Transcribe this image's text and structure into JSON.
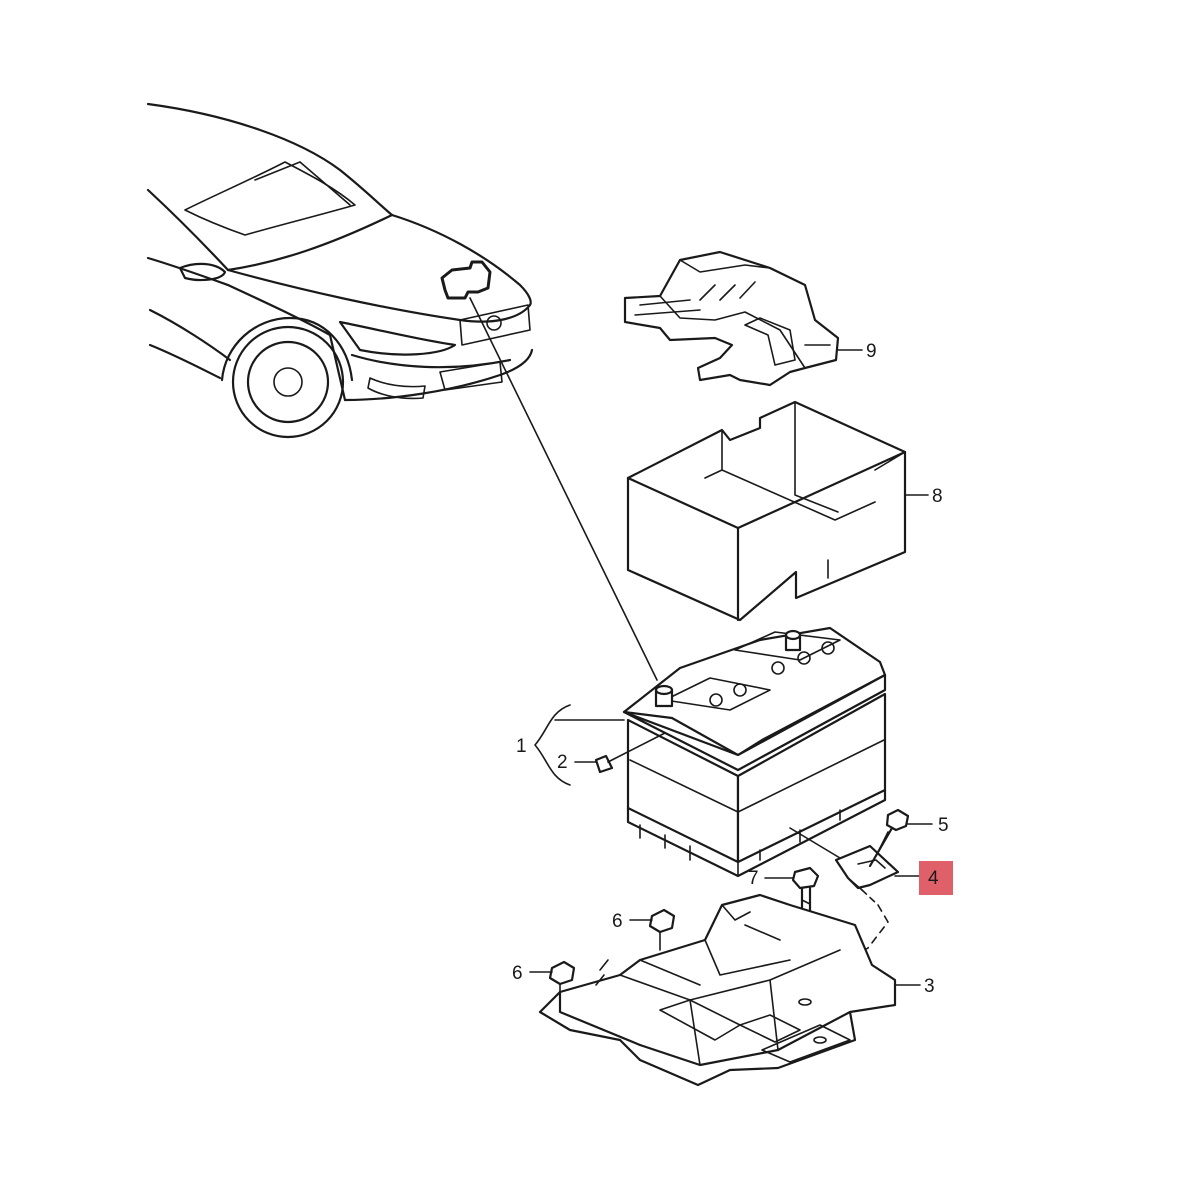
{
  "callouts": [
    {
      "id": "1",
      "text": "1"
    },
    {
      "id": "2",
      "text": "2"
    },
    {
      "id": "3",
      "text": "3"
    },
    {
      "id": "4",
      "text": "4",
      "highlighted": true
    },
    {
      "id": "5",
      "text": "5"
    },
    {
      "id": "6a",
      "text": "6"
    },
    {
      "id": "6b",
      "text": "6"
    },
    {
      "id": "7",
      "text": "7"
    },
    {
      "id": "8",
      "text": "8"
    },
    {
      "id": "9",
      "text": "9"
    }
  ],
  "colors": {
    "line": "#1a1a1a",
    "background": "#ffffff",
    "highlight": "#e0606a"
  }
}
